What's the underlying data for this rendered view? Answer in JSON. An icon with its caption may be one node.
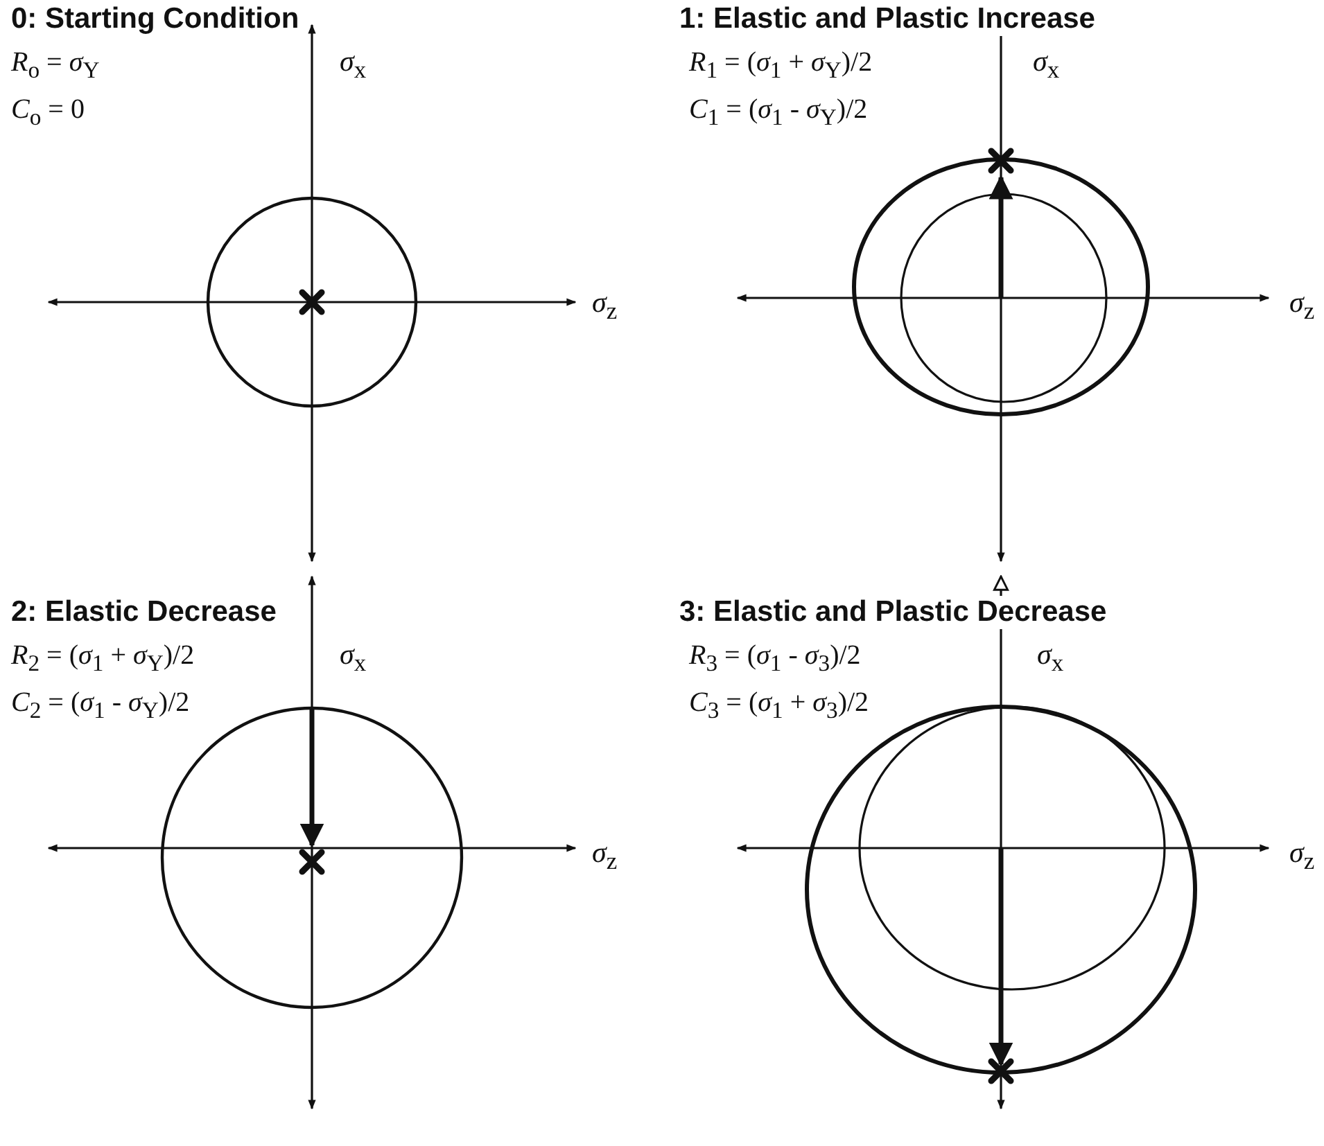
{
  "diagram": {
    "labels": [
      "0: Starting Condition",
      "*R*$_{o}$ = *σ*$_{Y}$",
      "*C*$_{o}$ = 0",
      "*σ*$_{x}$",
      "*σ*$_{z}$",
      "1: Elastic and Plastic Increase",
      "*R*$_{1}$ = (*σ*$_{1}$ + *σ*$_{Y}$)/2",
      "*C*$_{1}$ = (*σ*$_{1}$ - *σ*$_{Y}$)/2",
      "*σ*$_{x}$",
      "*σ*$_{z}$",
      "2: Elastic Decrease",
      "*R*$_{2}$ = (*σ*$_{1}$ + *σ*$_{Y}$)/2",
      "*C*$_{2}$ = (*σ*$_{1}$ - *σ*$_{Y}$)/2",
      "*σ*$_{x}$",
      "*σ*$_{z}$",
      "3: Elastic and Plastic Decrease",
      "*R*$_{3}$ = (*σ*$_{1}$ - *σ*$_{3}$)/2",
      "*C*$_{3}$ = (*σ*$_{1}$ + *σ*$_{3}$)/2",
      "*σ*$_{x}$",
      "*σ*$_{z}$"
    ]
  }
}
